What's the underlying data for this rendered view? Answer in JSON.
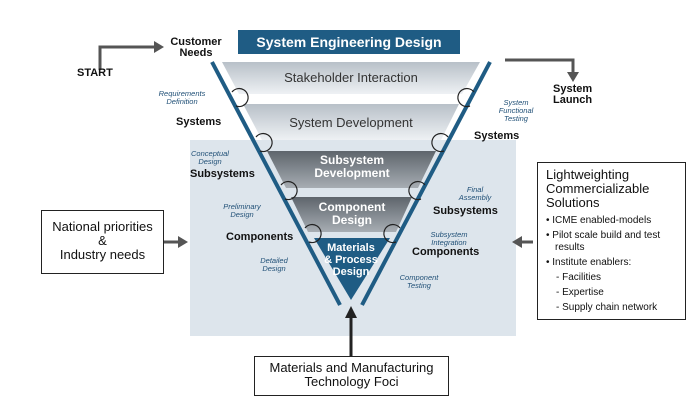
{
  "title": "System Engineering Design",
  "start_label": "START",
  "customer_needs": "Customer Needs",
  "system_launch": "System Launch",
  "bands": {
    "stakeholder": "Stakeholder Interaction",
    "system_dev": "System Development",
    "subsystem_dev": "Subsystem Development",
    "component_design": "Component Design",
    "materials_process": "Materials & Process Design"
  },
  "left_levels": {
    "systems": "Systems",
    "subsystems": "Subsystems",
    "components": "Components"
  },
  "right_levels": {
    "systems": "Systems",
    "subsystems": "Subsystems",
    "components": "Components"
  },
  "left_steps": {
    "requirements": "Requirements Definition",
    "conceptual": "Conceptual Design",
    "preliminary": "Preliminary Design",
    "detailed": "Detailed Design"
  },
  "right_steps": {
    "functional": "System Functional Testing",
    "final_assembly": "Final Assembly",
    "integration": "Subsystem Integration",
    "component_testing": "Component Testing"
  },
  "left_box": {
    "line1": "National priorities",
    "line2": "&",
    "line3": "Industry needs"
  },
  "bottom_box": {
    "line1": "Materials and Manufacturing",
    "line2": "Technology Foci"
  },
  "right_box": {
    "title": "Lightweighting Commercializable Solutions",
    "items": [
      "ICME enabled-models",
      "Pilot scale build and test results",
      "Institute enablers:"
    ],
    "subitems": [
      "Facilities",
      "Expertise",
      "Supply chain network"
    ]
  },
  "colors": {
    "title_bg": "#1f5c84",
    "funnel_edge": "#1f5c84",
    "panel": "#dde5ec",
    "tip": "#1f5c84"
  }
}
